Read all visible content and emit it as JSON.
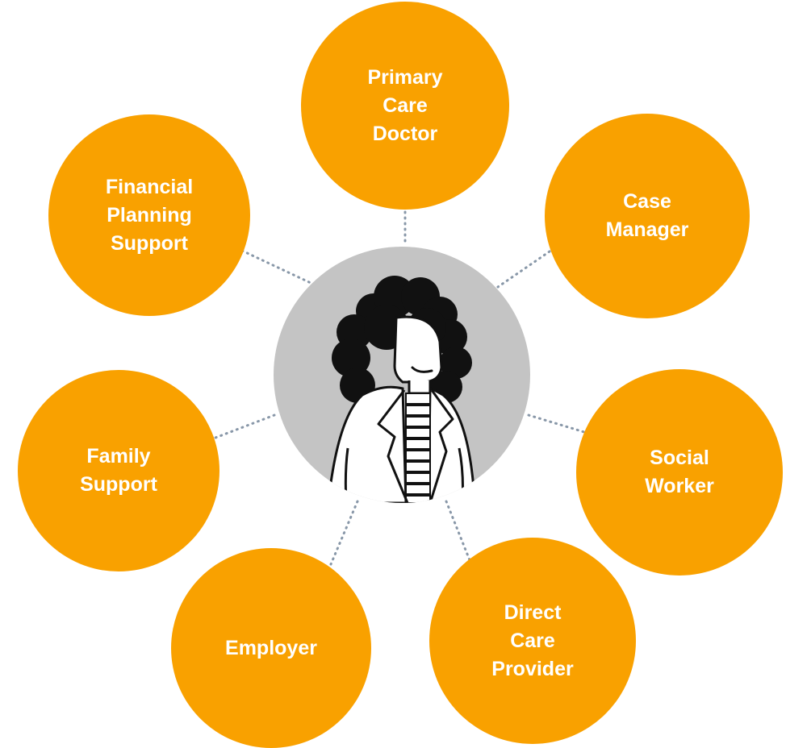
{
  "colors": {
    "node_fill": "#f9a100",
    "node_text": "#ffffff",
    "center_fill": "#c4c4c4",
    "connector": "#8897a8",
    "figure_outline": "#111111"
  },
  "center": {
    "icon": "person-avatar-icon"
  },
  "nodes": [
    {
      "id": "primary-care-doctor",
      "label": "Primary\nCare\nDoctor"
    },
    {
      "id": "case-manager",
      "label": "Case\nManager"
    },
    {
      "id": "social-worker",
      "label": "Social\nWorker"
    },
    {
      "id": "direct-care-provider",
      "label": "Direct\nCare\nProvider"
    },
    {
      "id": "employer",
      "label": "Employer"
    },
    {
      "id": "family-support",
      "label": "Family\nSupport"
    },
    {
      "id": "financial-planning-support",
      "label": "Financial\nPlanning\nSupport"
    }
  ]
}
